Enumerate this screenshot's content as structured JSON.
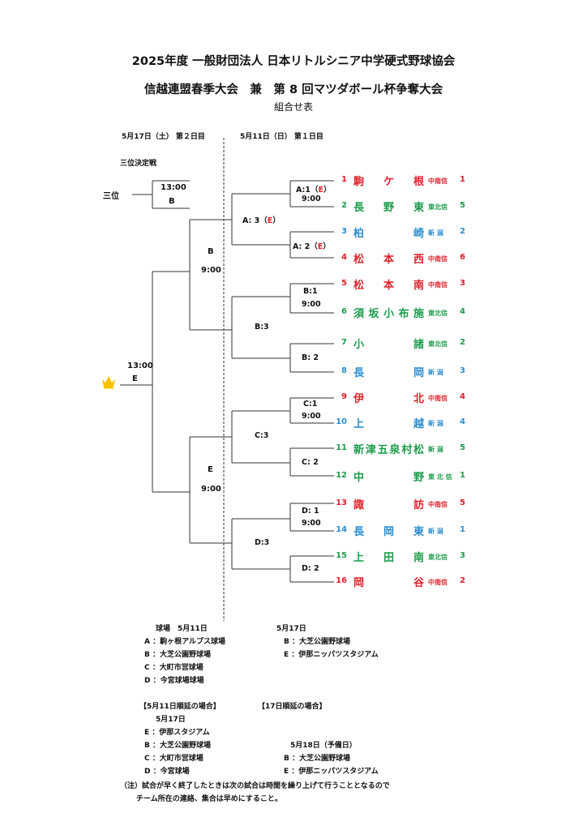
{
  "header": {
    "title_line1": "2025年度 一般財団法人 日本リトルシニア中学硬式野球協会",
    "title_line2": "信越連盟春季大会　兼　第 8 回マツダボール杯争奪大会",
    "subtitle": "組合せ表"
  },
  "day2_heading": "5月17日（土） 第２日目",
  "day1_heading": "5月11日（日） 第１日目",
  "third_place": {
    "heading": "三位決定戦",
    "label": "三位",
    "time": "13:00",
    "venue": "B"
  },
  "final": {
    "time": "13:00",
    "venue": "E",
    "icon": "crown-icon",
    "icon_color": "#f5c400"
  },
  "semifinals": [
    {
      "venue": "B",
      "time": "9:00"
    },
    {
      "venue": "E",
      "time": "9:00"
    }
  ],
  "round2": [
    {
      "label": "A: 3",
      "mark": "E"
    },
    {
      "label": "B:3",
      "mark": ""
    },
    {
      "label": "C:3",
      "mark": ""
    },
    {
      "label": "D:3",
      "mark": ""
    }
  ],
  "round1": [
    {
      "label": "A:1",
      "mark": "E",
      "time": "9:00"
    },
    {
      "label": "A: 2",
      "mark": "E",
      "time": ""
    },
    {
      "label": "B:1",
      "mark": "",
      "time": "9:00"
    },
    {
      "label": "B: 2",
      "mark": "",
      "time": ""
    },
    {
      "label": "C:1",
      "mark": "",
      "time": "9:00"
    },
    {
      "label": "C: 2",
      "mark": "",
      "time": ""
    },
    {
      "label": "D: 1",
      "mark": "",
      "time": "9:00"
    },
    {
      "label": "D: 2",
      "mark": "",
      "time": ""
    }
  ],
  "colors": {
    "red": "#e0202a",
    "green": "#1a9c4a",
    "blue": "#2a8ed0"
  },
  "teams": [
    {
      "seed": "1",
      "chars": [
        "駒",
        "ケ",
        "根"
      ],
      "region": "中南信",
      "rank": "1",
      "color": "red"
    },
    {
      "seed": "2",
      "chars": [
        "長",
        "野",
        "東"
      ],
      "region": "東北信",
      "rank": "5",
      "color": "green"
    },
    {
      "seed": "3",
      "chars": [
        "柏",
        "崎"
      ],
      "region": "新 潟",
      "rank": "2",
      "color": "blue"
    },
    {
      "seed": "4",
      "chars": [
        "松",
        "本",
        "西"
      ],
      "region": "中南信",
      "rank": "6",
      "color": "red"
    },
    {
      "seed": "5",
      "chars": [
        "松",
        "本",
        "南"
      ],
      "region": "中南信",
      "rank": "3",
      "color": "red"
    },
    {
      "seed": "6",
      "chars": [
        "須",
        "坂",
        "小",
        "布",
        "施"
      ],
      "region": "東北信",
      "rank": "4",
      "color": "green"
    },
    {
      "seed": "7",
      "chars": [
        "小",
        "諸"
      ],
      "region": "東北信",
      "rank": "2",
      "color": "green"
    },
    {
      "seed": "8",
      "chars": [
        "長",
        "岡"
      ],
      "region": "新 潟",
      "rank": "3",
      "color": "blue"
    },
    {
      "seed": "9",
      "chars": [
        "伊",
        "北"
      ],
      "region": "中南信",
      "rank": "4",
      "color": "red"
    },
    {
      "seed": "10",
      "chars": [
        "上",
        "越"
      ],
      "region": "新 潟",
      "rank": "4",
      "color": "blue"
    },
    {
      "seed": "11",
      "chars": [
        "新",
        "津",
        "五",
        "泉",
        "村",
        "松"
      ],
      "region": "新 潟",
      "rank": "5",
      "color": "green"
    },
    {
      "seed": "12",
      "chars": [
        "中",
        "野"
      ],
      "region": "東 北 信",
      "rank": "1",
      "color": "green"
    },
    {
      "seed": "13",
      "chars": [
        "諏",
        "訪"
      ],
      "region": "中南信",
      "rank": "5",
      "color": "red"
    },
    {
      "seed": "14",
      "chars": [
        "長",
        "岡",
        "東"
      ],
      "region": "新 潟",
      "rank": "1",
      "color": "blue"
    },
    {
      "seed": "15",
      "chars": [
        "上",
        "田",
        "南"
      ],
      "region": "東北信",
      "rank": "3",
      "color": "green"
    },
    {
      "seed": "16",
      "chars": [
        "岡",
        "谷"
      ],
      "region": "中南信",
      "rank": "2",
      "color": "red"
    }
  ],
  "venues": {
    "may11_heading": "球場　5月11日",
    "may11": [
      "A ：駒ヶ根アルプス球場",
      "B ：大芝公園野球場",
      "C ：大町市営球場",
      "D ：今宮球場球場"
    ],
    "may17_heading": "5月17日",
    "may17": [
      "B ：大芝公園野球場",
      "E ：伊那ニッパツスタジアム"
    ]
  },
  "postpone": {
    "heading11": "【5月11日順延の場合】",
    "heading17": "【17日順延の場合】",
    "date11": "5月17日",
    "list11": [
      "E ：伊那スタジアム",
      "B ：大芝公園野球場",
      "C ：大町市営球場",
      "D ：今宮球場"
    ],
    "date17": "5月18日（予備日）",
    "list17": [
      "B ：大芝公園野球場",
      "E ：伊那ニッパツスタジアム"
    ]
  },
  "note": {
    "line1": "（注）試合が早く終了したときは次の試合は時間を繰り上げて行うこととなるので",
    "line2": "チーム所在の連絡、集合は早めにすること。"
  }
}
